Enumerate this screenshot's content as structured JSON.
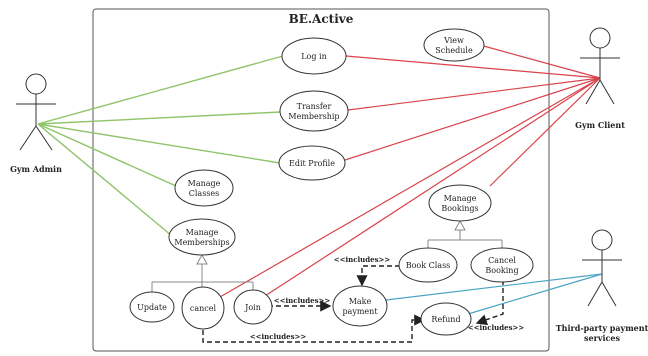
{
  "system": {
    "title": "BE.Active"
  },
  "actors": {
    "admin": {
      "label": "Gym Admin"
    },
    "client": {
      "label": "Gym Client"
    },
    "thirdparty": {
      "line1": "Third-party payment",
      "line2": "services"
    }
  },
  "use_cases": {
    "log_in": {
      "label": "Log in"
    },
    "view_schedule": {
      "line1": "View",
      "line2": "Schedule"
    },
    "transfer_membership": {
      "line1": "Transfer",
      "line2": "Membership"
    },
    "edit_profile": {
      "label": "Edit Profile"
    },
    "manage_classes": {
      "line1": "Manage",
      "line2": "Classes"
    },
    "manage_bookings": {
      "line1": "Manage",
      "line2": "Bookings"
    },
    "manage_memberships": {
      "line1": "Manage",
      "line2": "Memberships"
    },
    "book_class": {
      "label": "Book Class"
    },
    "cancel_booking": {
      "line1": "Cancel",
      "line2": "Booking"
    },
    "update": {
      "label": "Update"
    },
    "cancel": {
      "label": "cancel"
    },
    "join": {
      "label": "Join"
    },
    "make_payment": {
      "line1": "Make",
      "line2": "payment"
    },
    "refund": {
      "label": "Refund"
    }
  },
  "relations": {
    "includes_join_payment": "<<includes>>",
    "includes_bookclass_payment": "<<includes>>",
    "includes_cancelbooking_refund": "<<includes>>",
    "includes_cancel_refund": "<<includes>>"
  },
  "colors": {
    "admin_link": "#8fc46a",
    "client_link": "#d9434a",
    "thirdparty_link": "#4aa3c4",
    "outline": "#333333"
  }
}
